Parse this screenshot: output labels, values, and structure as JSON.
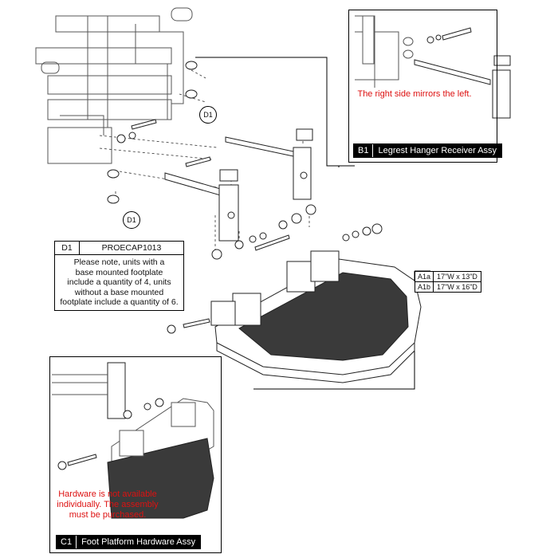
{
  "panel_b1": {
    "id": "B1",
    "title": "Legrest Hanger Receiver Assy",
    "note": "The right side mirrors the left."
  },
  "panel_c1": {
    "id": "C1",
    "title": "Foot Platform Hardware Assy",
    "note_lines": [
      "Hardware is not available",
      "individually. The assembly",
      "must be purchased."
    ]
  },
  "d1": {
    "id": "D1",
    "part": "PROECAP1013",
    "note_lines": [
      "Please note, units with a",
      "base mounted footplate",
      "include a quantity of 4, units",
      "without a base mounted",
      "footplate include a quantity of 6."
    ],
    "callout": "D1"
  },
  "a_options": [
    {
      "id": "A1a",
      "size": "17\"W x 13\"D"
    },
    {
      "id": "A1b",
      "size": "17\"W x 16\"D"
    }
  ]
}
